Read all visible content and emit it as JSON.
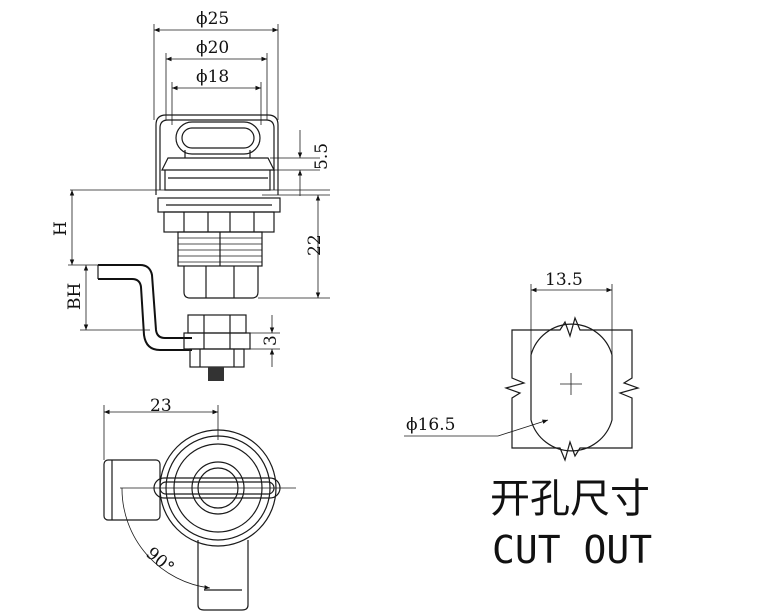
{
  "dimensions": {
    "phi25": "ϕ25",
    "phi20": "ϕ20",
    "phi18": "ϕ18",
    "d5_5": "5.5",
    "d22": "22",
    "h": "H",
    "bh": "BH",
    "d3": "3",
    "d23": "23",
    "angle": "90°",
    "d13_5": "13.5",
    "phi16_5": "ϕ16.5"
  },
  "caption": {
    "chinese": "开孔尺寸",
    "english": "CUT OUT"
  }
}
